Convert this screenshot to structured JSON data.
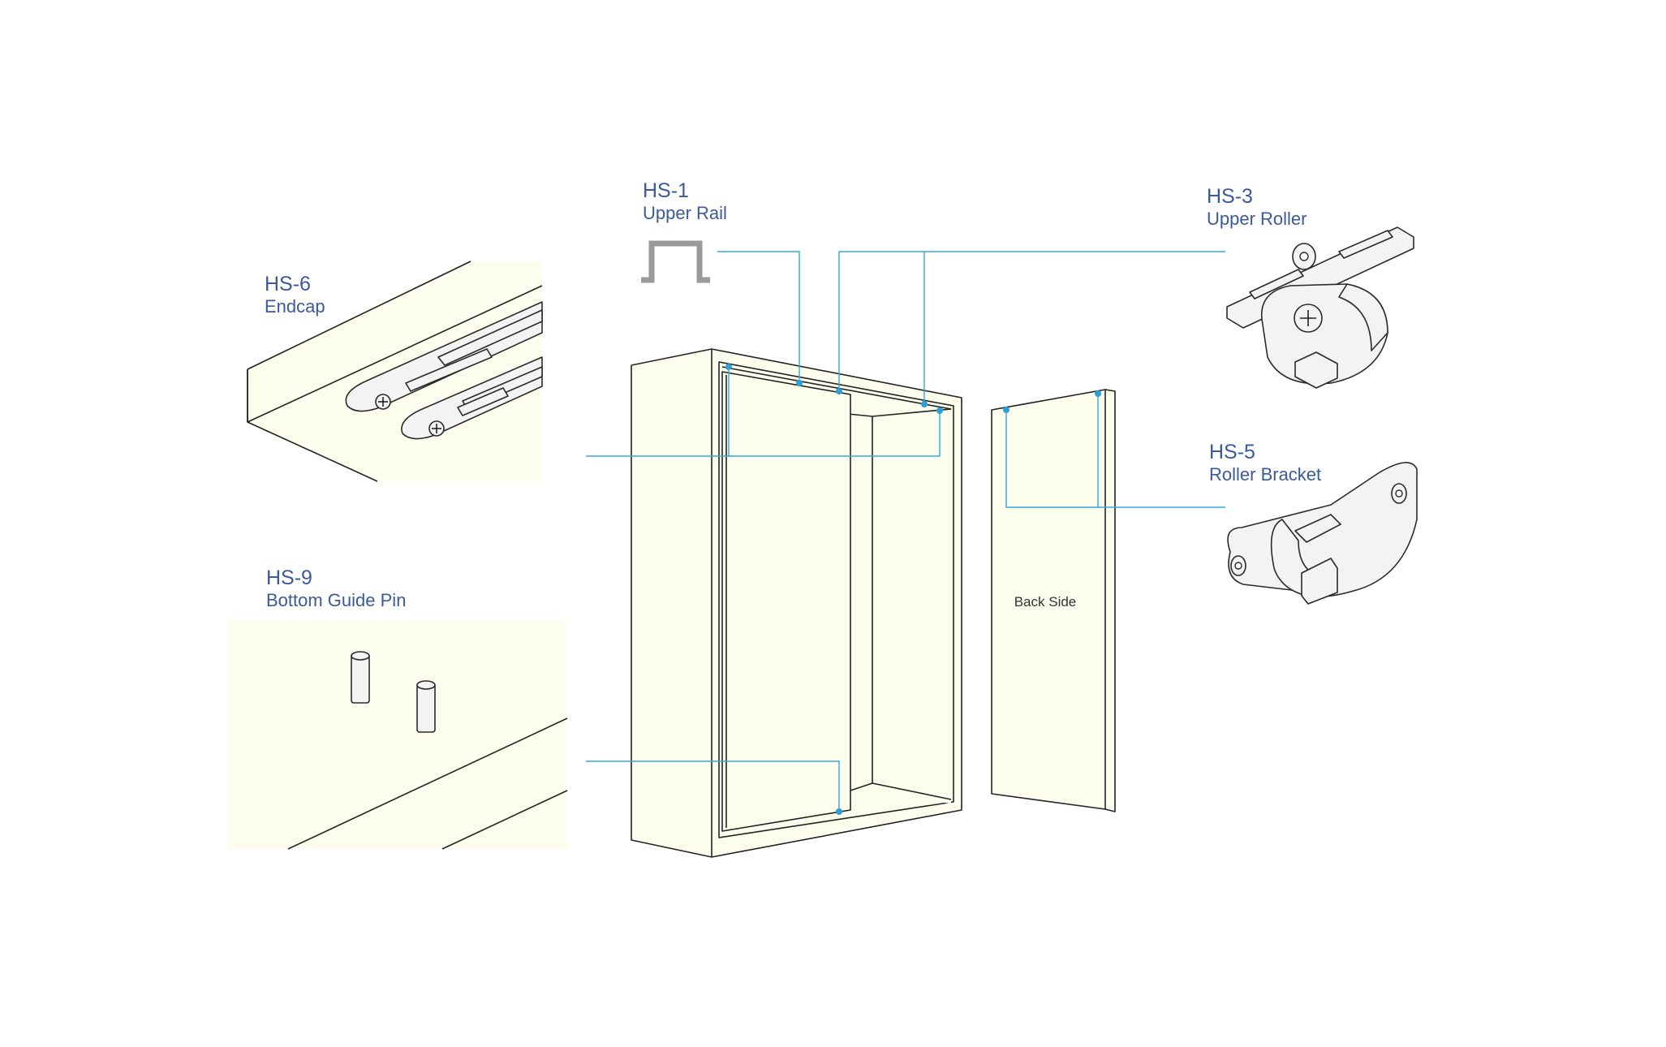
{
  "colors": {
    "label": "#3b5a9a",
    "callout": "#35a8dd",
    "panel_fill": "#fdfdee",
    "outline": "#222222"
  },
  "parts": {
    "hs1": {
      "code": "HS-1",
      "name": "Upper Rail"
    },
    "hs3": {
      "code": "HS-3",
      "name": "Upper Roller"
    },
    "hs5": {
      "code": "HS-5",
      "name": "Roller Bracket"
    },
    "hs6": {
      "code": "HS-6",
      "name": "Endcap"
    },
    "hs9": {
      "code": "HS-9",
      "name": "Bottom Guide Pin"
    }
  },
  "door_back_label": "Back Side"
}
